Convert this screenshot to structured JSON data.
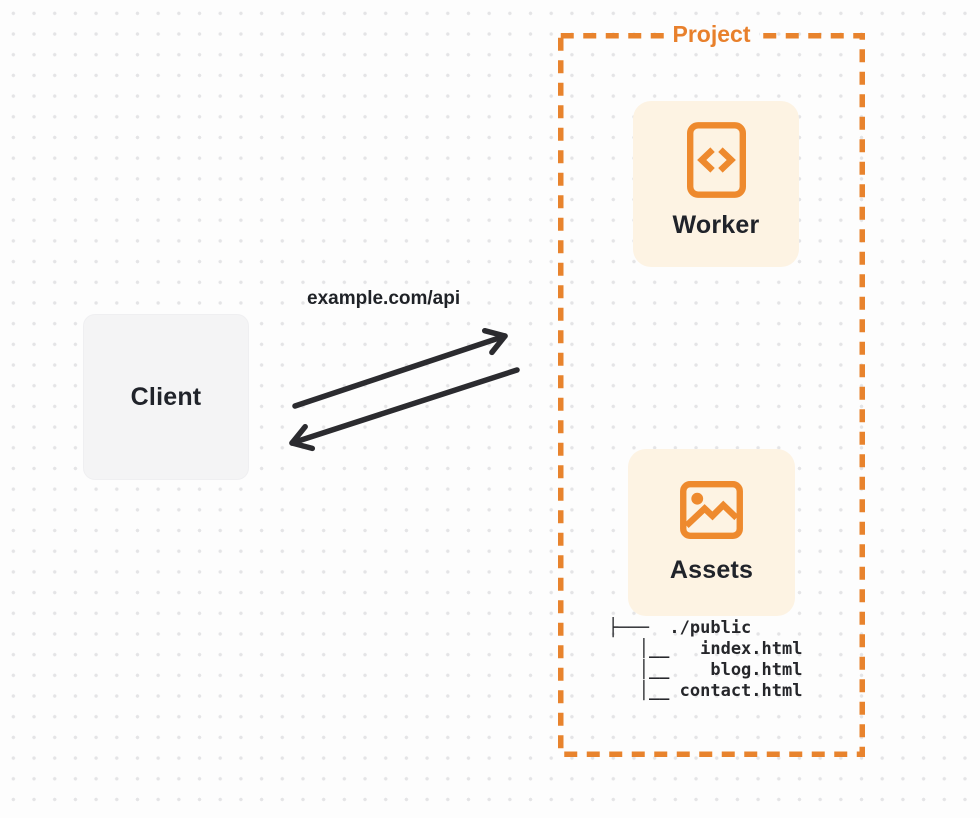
{
  "client": {
    "label": "Client"
  },
  "request": {
    "url_label": "example.com/api"
  },
  "project": {
    "title": "Project",
    "worker_card": {
      "label": "Worker",
      "icon": "code-document-icon"
    },
    "assets_card": {
      "label": "Assets",
      "icon": "image-icon"
    },
    "file_tree": {
      "root": "./public",
      "files": [
        "index.html",
        "blog.html",
        "contact.html"
      ],
      "lines": [
        "├───  ./public",
        "   │__   index.html",
        "   │__    blog.html",
        "   │__ contact.html"
      ]
    }
  },
  "colors": {
    "accent_orange": "#ee8a2e",
    "dash_orange": "#e8832d",
    "title_orange": "#e8802c",
    "card_cream": "#fdf3e3",
    "client_gray": "#f4f4f5",
    "ink": "#26272b",
    "arrow_dark": "#2b2b2f",
    "dot_gray": "#e4e4e6",
    "background": "#fdfdfd"
  }
}
